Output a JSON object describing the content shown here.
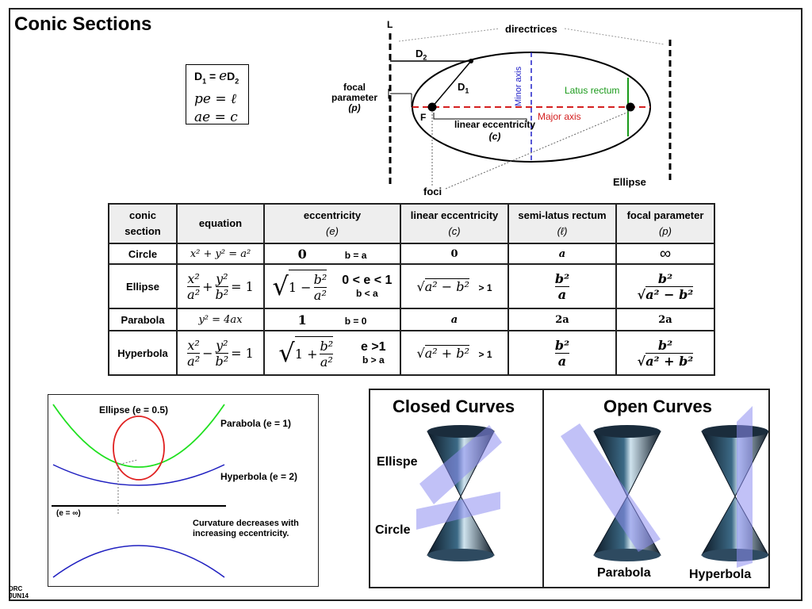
{
  "title": "Conic Sections",
  "relations": {
    "line1_lhs": "D",
    "line1_lhs_sub": "1",
    "line1_eq": " = ",
    "line1_e": "e",
    "line1_rhs": "D",
    "line1_rhs_sub": "2",
    "line2": "pe = ℓ",
    "line3": "ae = c"
  },
  "ellipse_diagram": {
    "label_L": "L",
    "label_directrices": "directrices",
    "label_D2": "D",
    "label_D2_sub": "2",
    "label_D1": "D",
    "label_D1_sub": "1",
    "label_minor_axis": "Minor axis",
    "label_latus_rectum": "Latus rectum",
    "label_major_axis": "Major axis",
    "label_focal_parameter_1": "focal",
    "label_focal_parameter_2": "parameter",
    "label_focal_parameter_3": "(p)",
    "label_F": "F",
    "label_linear_ecc_1": "linear eccentricity",
    "label_linear_ecc_2": "(c)",
    "label_foci": "foci",
    "label_ellipse": "Ellipse",
    "colors": {
      "major": "#d42020",
      "minor": "#2020c8",
      "latus": "#1a9a1a"
    }
  },
  "table": {
    "headers": [
      {
        "line1": "conic",
        "line2": "section"
      },
      {
        "line1": "equation",
        "line2": ""
      },
      {
        "line1": "eccentricity",
        "line2": "(e)"
      },
      {
        "line1": "linear eccentricity",
        "line2": "(c)"
      },
      {
        "line1": "semi-latus rectum",
        "line2": "(ℓ)"
      },
      {
        "line1": "focal parameter",
        "line2": "(p)"
      }
    ],
    "rows": [
      {
        "name": "Circle",
        "equation": "x² + y² = a²",
        "ecc_value": "0",
        "ecc_cond": "b = a",
        "linear": "0",
        "linear_cond": "",
        "semi": "a",
        "focal": "∞"
      },
      {
        "name": "Ellipse",
        "equation_num1": "x²",
        "equation_den1": "a²",
        "equation_op": "+",
        "equation_num2": "y²",
        "equation_den2": "b²",
        "equation_rhs": "= 1",
        "ecc_root_prefix": "1 −",
        "ecc_num": "b²",
        "ecc_den": "a²",
        "ecc_value": "0 < e < 1",
        "ecc_cond": "b < a",
        "linear": "a² − b²",
        "linear_cond": "> 1",
        "semi_num": "b²",
        "semi_den": "a",
        "focal_num": "b²",
        "focal_den": "a² − b²"
      },
      {
        "name": "Parabola",
        "equation": "y² = 4ax",
        "ecc_value": "1",
        "ecc_cond": "b = 0",
        "linear": "a",
        "linear_cond": "",
        "semi": "2a",
        "focal": "2a"
      },
      {
        "name": "Hyperbola",
        "equation_num1": "x²",
        "equation_den1": "a²",
        "equation_op": "−",
        "equation_num2": "y²",
        "equation_den2": "b²",
        "equation_rhs": "= 1",
        "ecc_root_prefix": "1 +",
        "ecc_num": "b²",
        "ecc_den": "a²",
        "ecc_value": "e >1",
        "ecc_cond": "b > a",
        "linear": "a² + b²",
        "linear_cond": "> 1",
        "semi_num": "b²",
        "semi_den": "a",
        "focal_num": "b²",
        "focal_den": "a² + b²"
      }
    ]
  },
  "curvature": {
    "label_ellipse": "Ellipse (e = 0.5)",
    "label_parabola": "Parabola (e = 1)",
    "label_hyperbola": "Hyperbola (e = 2)",
    "label_infinite": "(e = ∞)",
    "note_line1": "Curvature decreases with",
    "note_line2": "increasing eccentricity.",
    "colors": {
      "ellipse": "#e02020",
      "parabola": "#20e020",
      "hyperbola": "#2020c0"
    }
  },
  "cones": {
    "closed_heading": "Closed Curves",
    "open_heading": "Open Curves",
    "label_ellipse": "Ellispe",
    "label_circle": "Circle",
    "label_parabola": "Parabola",
    "label_hyperbola": "Hyperbola",
    "colors": {
      "cone": "#22364a",
      "plane": "#8e8ef0"
    }
  },
  "credit": {
    "line1": "DRC",
    "line2": "JUN14"
  }
}
